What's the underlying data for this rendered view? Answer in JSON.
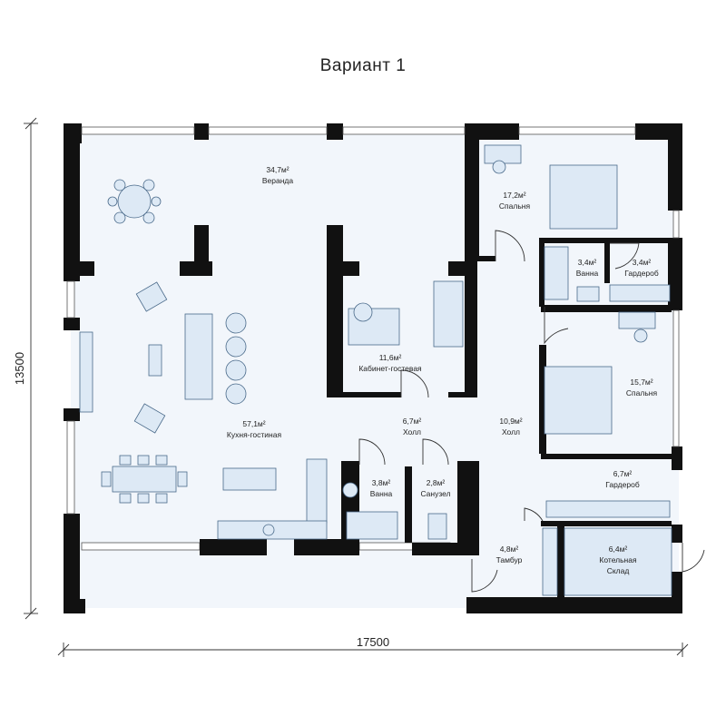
{
  "title": "Вариант 1",
  "dimensions": {
    "width": "17500",
    "height": "13500"
  },
  "rooms": [
    {
      "id": "veranda",
      "area": "34,7м²",
      "name": "Веранда"
    },
    {
      "id": "bedroom1",
      "area": "17,2м²",
      "name": "Спальня"
    },
    {
      "id": "bath1",
      "area": "3,4м²",
      "name": "Ванна"
    },
    {
      "id": "wardrobe1",
      "area": "3,4м²",
      "name": "Гардероб"
    },
    {
      "id": "study",
      "area": "11,6м²",
      "name": "Кабинет-гостевая"
    },
    {
      "id": "bedroom2",
      "area": "15,7м²",
      "name": "Спальня"
    },
    {
      "id": "kitchen",
      "area": "57,1м²",
      "name": "Кухня-гостиная"
    },
    {
      "id": "hall1",
      "area": "6,7м²",
      "name": "Холл"
    },
    {
      "id": "hall2",
      "area": "10,9м²",
      "name": "Холл"
    },
    {
      "id": "wardrobe2",
      "area": "6,7м²",
      "name": "Гардероб"
    },
    {
      "id": "bath2",
      "area": "3,8м²",
      "name": "Ванна"
    },
    {
      "id": "wc",
      "area": "2,8м²",
      "name": "Санузел"
    },
    {
      "id": "vestibule",
      "area": "4,8м²",
      "name": "Тамбур"
    },
    {
      "id": "boiler",
      "area": "6,4м²",
      "name": "Котельная",
      "name2": "Склад"
    }
  ]
}
